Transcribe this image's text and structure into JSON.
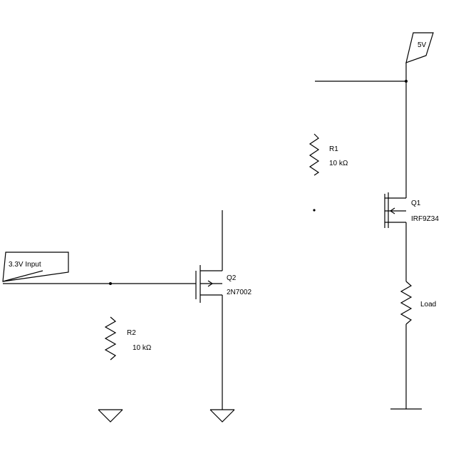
{
  "schematic": {
    "supply_label": "5V",
    "input_label": "3.3V Input",
    "components": {
      "r1": {
        "ref": "R1",
        "value": "10 kΩ"
      },
      "r2": {
        "ref": "R2",
        "value": "10 kΩ"
      },
      "r_load": {
        "value": "Load"
      },
      "q1": {
        "ref": "Q1",
        "part": "IRF9Z34"
      },
      "q2": {
        "ref": "Q2",
        "part": "2N7002"
      }
    }
  }
}
